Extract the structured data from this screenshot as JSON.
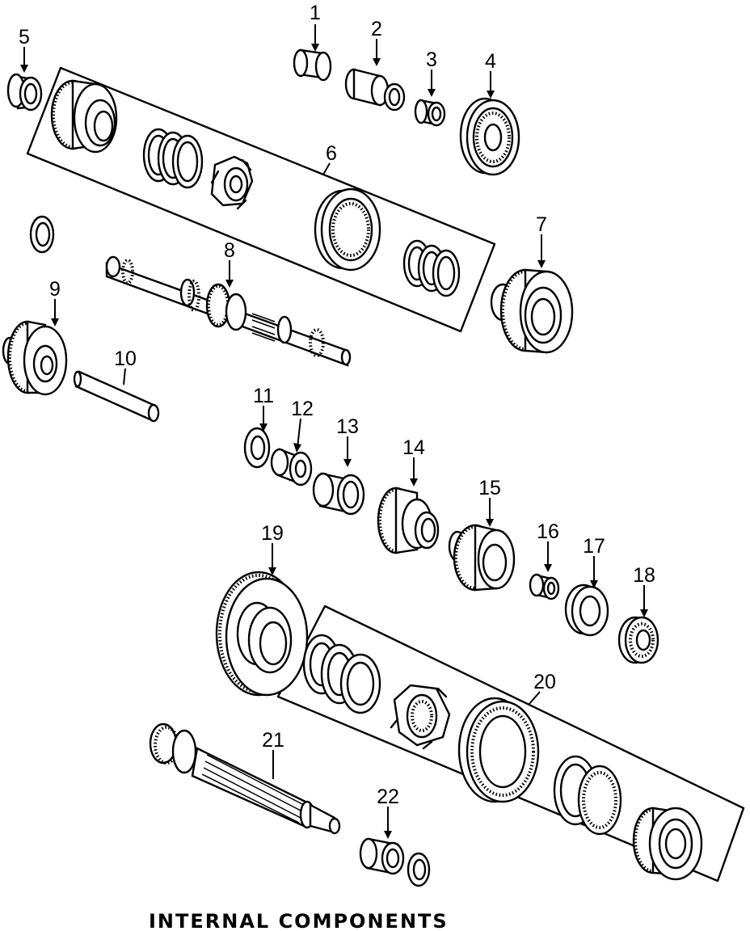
{
  "title": "INTERNAL COMPONENTS",
  "callouts": [
    "1",
    "2",
    "3",
    "4",
    "5",
    "6",
    "7",
    "8",
    "9",
    "10",
    "11",
    "12",
    "13",
    "14",
    "15",
    "16",
    "17",
    "18",
    "19",
    "20",
    "21",
    "22"
  ],
  "colors": {
    "line": "#000000",
    "background": "#ffffff"
  }
}
